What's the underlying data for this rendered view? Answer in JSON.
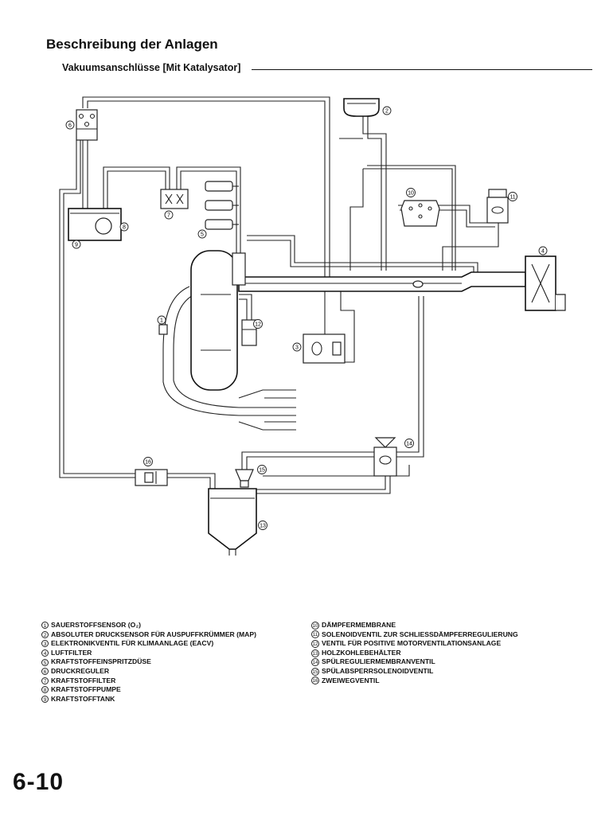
{
  "header": {
    "title": "Beschreibung der Anlagen",
    "subtitle": "Vakuumsanschlüsse [Mit Katalysator]"
  },
  "diagram": {
    "callouts": [
      "1",
      "2",
      "3",
      "4",
      "5",
      "6",
      "7",
      "8",
      "9",
      "10",
      "11",
      "12",
      "13",
      "14",
      "15",
      "16"
    ]
  },
  "legend": {
    "left": [
      {
        "num": "1",
        "text": "SAUERSTOFFSENSOR (O₂)"
      },
      {
        "num": "2",
        "text": "ABSOLUTER DRUCKSENSOR FÜR AUSPUFFKRÜMMER (MAP)"
      },
      {
        "num": "3",
        "text": "ELEKTRONIKVENTIL FÜR KLIMAANLAGE (EACV)"
      },
      {
        "num": "4",
        "text": "LUFTFILTER"
      },
      {
        "num": "5",
        "text": "KRAFTSTOFFEINSPRITZDÜSE"
      },
      {
        "num": "6",
        "text": "DRUCKREGULER"
      },
      {
        "num": "7",
        "text": "KRAFTSTOFFILTER"
      },
      {
        "num": "8",
        "text": "KRAFTSTOFFPUMPE"
      },
      {
        "num": "9",
        "text": "KRAFTSTOFFTANK"
      }
    ],
    "right": [
      {
        "num": "10",
        "text": "DÄMPFERMEMBRANE"
      },
      {
        "num": "11",
        "text": "SOLENOIDVENTIL ZUR SCHLIESSDÄMPFERREGULIERUNG"
      },
      {
        "num": "12",
        "text": "VENTIL FÜR POSITIVE MOTORVENTILATIONSANLAGE"
      },
      {
        "num": "13",
        "text": "HOLZKOHLEBEHÄLTER"
      },
      {
        "num": "14",
        "text": "SPÜLREGULIERMEMBRANVENTIL"
      },
      {
        "num": "15",
        "text": "SPÜLABSPERRSOLENOIDVENTIL"
      },
      {
        "num": "16",
        "text": "ZWEIWEGVENTIL"
      }
    ]
  },
  "footer": {
    "page_number": "6-10"
  }
}
